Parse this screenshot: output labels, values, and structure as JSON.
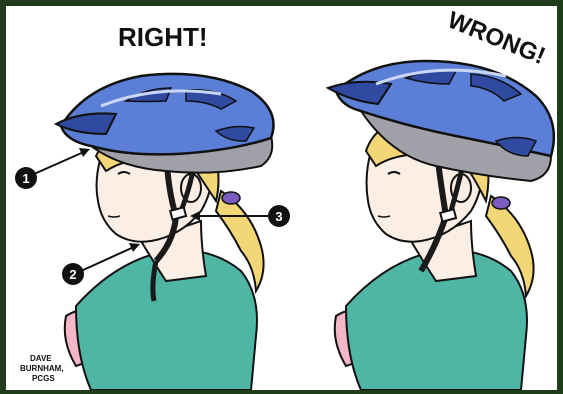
{
  "labels": {
    "right": "RIGHT!",
    "wrong": "WRONG!"
  },
  "markers": [
    "1",
    "2",
    "3"
  ],
  "credit": {
    "line1": "DAVE",
    "line2": "BURNHAM,",
    "line3": "PCGS"
  },
  "colors": {
    "frame": "#1f3d1b",
    "helmet": "#5b7fd6",
    "helmet_dark": "#2f4aa0",
    "helmet_rim": "#a0a0a8",
    "hair": "#f3d777",
    "skin": "#fbeee4",
    "shirt": "#4fb6a6",
    "sleeve": "#f5b7c8",
    "strap": "#1a1a1a",
    "hair_tie": "#7a5cc0"
  }
}
